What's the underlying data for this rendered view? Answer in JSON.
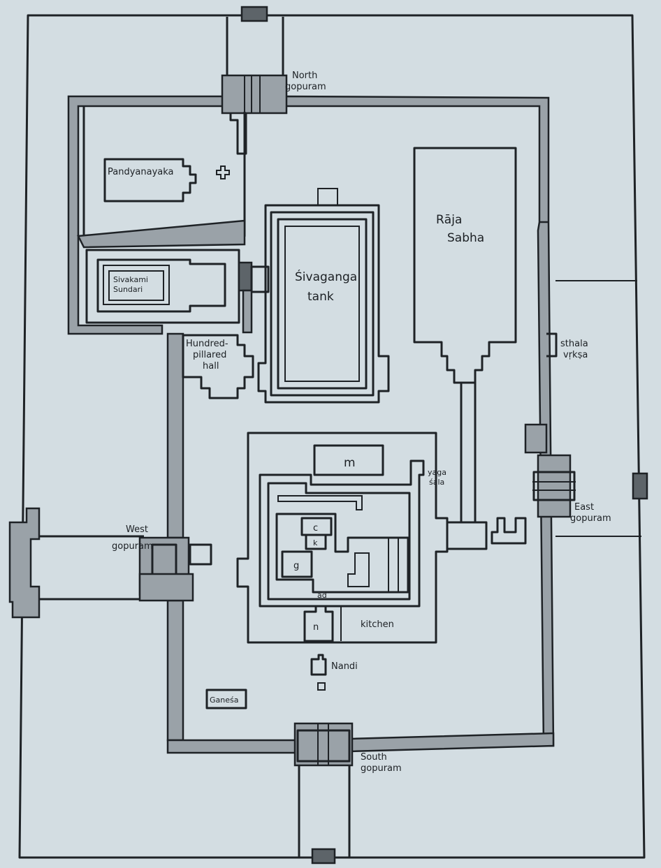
{
  "labels": {
    "north_gopuram_1": "North",
    "north_gopuram_2": "gopuram",
    "pandyanayaka": "Pandyanayaka",
    "raja_sabha_1": "Rāja",
    "raja_sabha_2": "Sabha",
    "sivakami_1": "Sivakami",
    "sivakami_2": "Sundari",
    "sivaganga_1": "Śivaganga",
    "sivaganga_2": "tank",
    "hundred_1": "Hundred-",
    "hundred_2": "pillared",
    "hundred_3": "hall",
    "sthala_1": "sthala",
    "sthala_2": "vṛkṣa",
    "m": "m",
    "yaga_1": "yaga",
    "yaga_2": "śala",
    "east_gopuram_1": "East",
    "east_gopuram_2": "gopuram",
    "west_gopuram_1": "West",
    "west_gopuram_2": "gopuram",
    "c": "c",
    "k": "k",
    "g": "g",
    "ad": "ad",
    "n": "n",
    "kitchen": "kitchen",
    "nandi": "Nandi",
    "ganesa": "Ganeśa",
    "south_gopuram_1": "South",
    "south_gopuram_2": "gopuram"
  }
}
